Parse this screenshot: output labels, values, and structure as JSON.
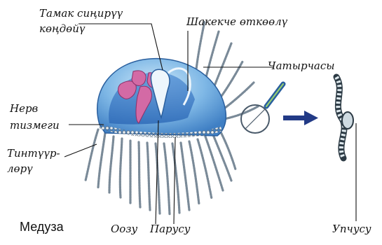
{
  "diagram": {
    "title": "Медуза",
    "labels": {
      "digestive_line1": "Тамак сиңирүү",
      "digestive_line2": "көңдөйү",
      "radial_canal": "Шакекче өткөөлү",
      "umbrella": "Чатырчасы",
      "nerve_line1": "Нерв",
      "nerve_line2": "тизмеги",
      "tentacles_line1": "Тинтүүр-",
      "tentacles_line2": "лөрү",
      "mouth": "Оозу",
      "velum": "Парусу",
      "stinging": "Упчусу"
    }
  }
}
